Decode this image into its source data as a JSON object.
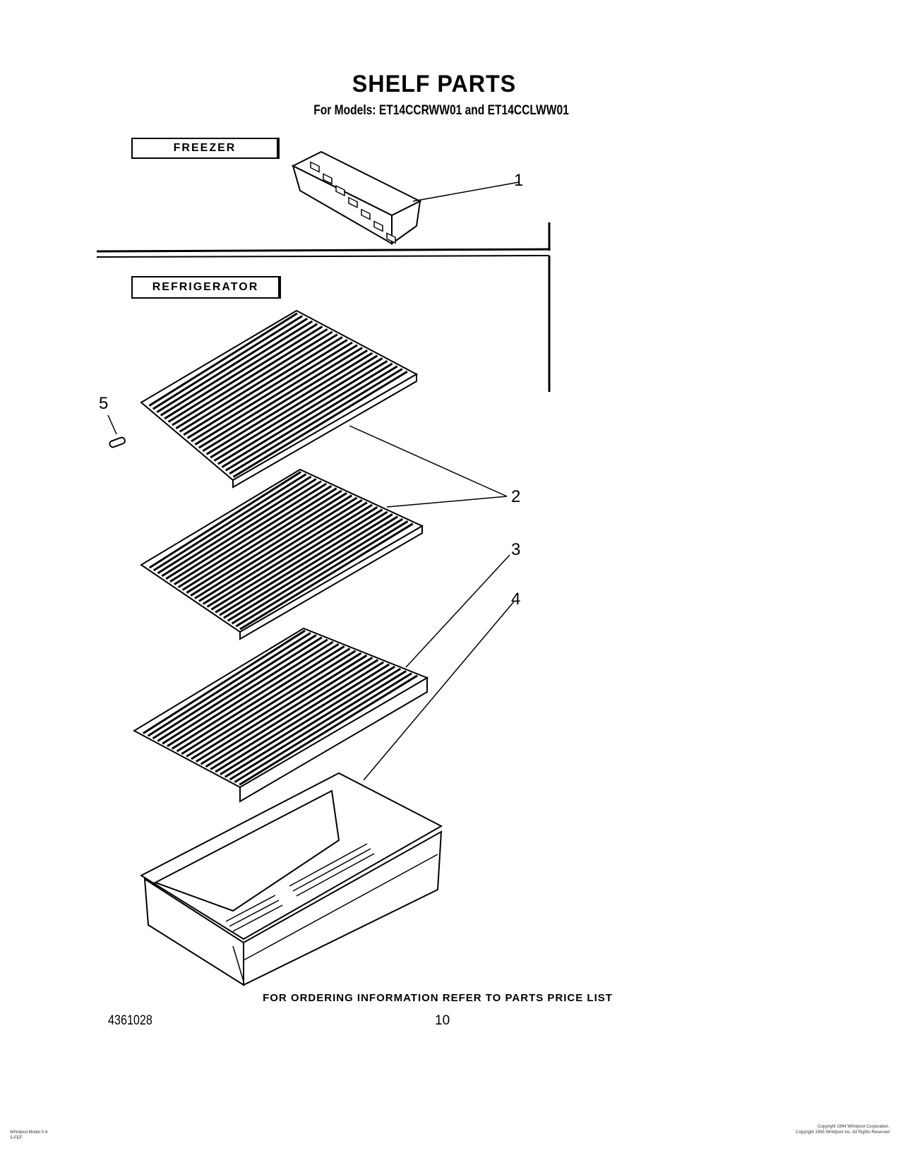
{
  "header": {
    "title": "SHELF PARTS",
    "subtitle": "For Models: ET14CCRWW01 and ET14CCLWW01"
  },
  "sections": {
    "freezer": "FREEZER",
    "refrigerator": "REFRIGERATOR"
  },
  "callouts": [
    "1",
    "2",
    "3",
    "4",
    "5"
  ],
  "footer": {
    "ordering_note": "FOR ORDERING INFORMATION REFER TO PARTS PRICE LIST",
    "document_number": "4361028",
    "page_number": "10",
    "left_small": [
      "Whirlpool Model 0-4",
      "S-FEF"
    ],
    "right_small": [
      "Copyright 1994 Whirlpool Corporation.",
      "Copyright 1995 Whirlpool Inc. All Rights Reserved"
    ]
  }
}
